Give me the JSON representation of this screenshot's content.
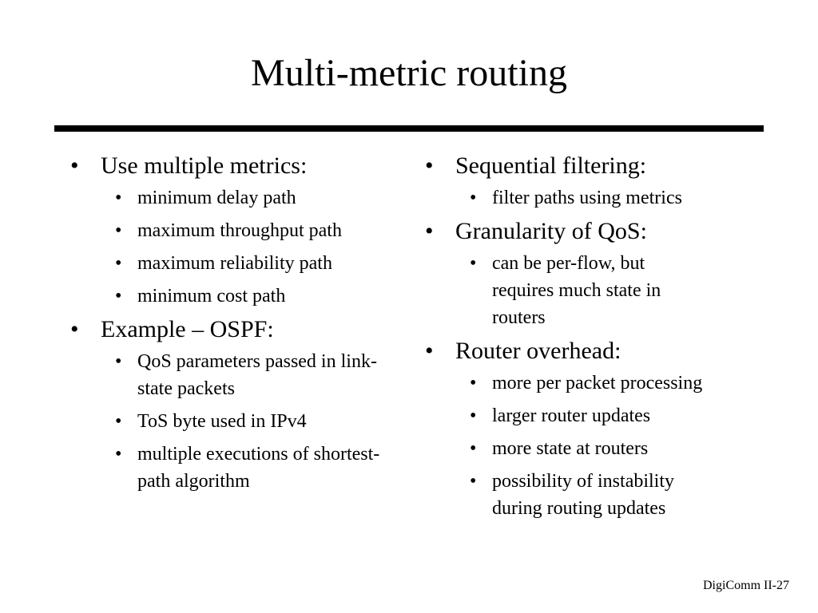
{
  "slide": {
    "title": "Multi-metric routing",
    "footer": "DigiComm II-27"
  },
  "left": {
    "items": [
      {
        "label": "Use multiple metrics:",
        "sub": [
          "minimum delay path",
          "maximum throughput path",
          "maximum reliability path",
          "minimum cost path"
        ]
      },
      {
        "label": "Example – OSPF:",
        "sub": [
          "QoS parameters passed in link-state packets",
          "ToS byte used in IPv4",
          "multiple executions of shortest-path algorithm"
        ]
      }
    ]
  },
  "right": {
    "items": [
      {
        "label": "Sequential filtering:",
        "sub": [
          "filter paths using metrics"
        ]
      },
      {
        "label": "Granularity of QoS:",
        "sub": [
          "can be per-flow, but requires much state in routers"
        ]
      },
      {
        "label": "Router overhead:",
        "sub": [
          "more per packet processing",
          "larger router updates",
          "more state at routers",
          "possibility of instability during routing updates"
        ]
      }
    ]
  }
}
